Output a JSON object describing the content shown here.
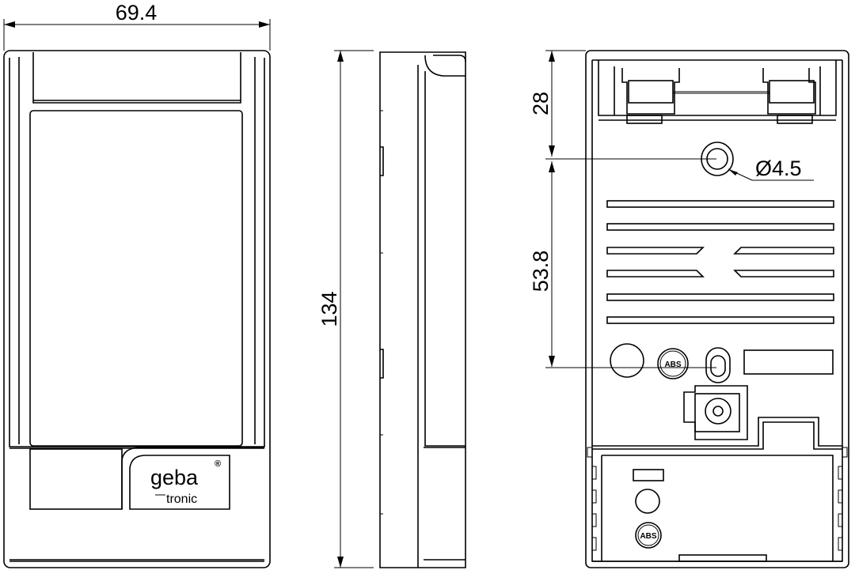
{
  "dimensions": {
    "width": "69.4",
    "height": "134",
    "top_offset": "28",
    "hole_spacing": "53.8",
    "hole_diameter": "Ø4.5"
  },
  "logo": {
    "brand": "geba",
    "sub": "tronic",
    "registered": "®"
  },
  "markings": {
    "material_upper": "ABS",
    "material_lower": "ABS"
  }
}
